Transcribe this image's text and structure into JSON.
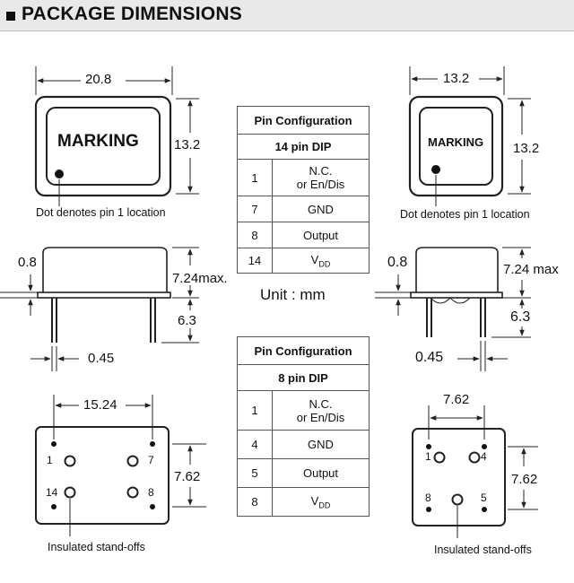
{
  "header": {
    "title": "PACKAGE DIMENSIONS"
  },
  "pkg14": {
    "top_width": "20.8",
    "top_height": "13.2",
    "marking": "MARKING",
    "dot_note": "Dot denotes pin 1 location",
    "side_standoff": "0.8",
    "side_height": "7.24max.",
    "lead_length": "6.3",
    "lead_width": "0.45",
    "pin_spacing_x": "15.24",
    "pin_spacing_y": "7.62",
    "pins": [
      "1",
      "7",
      "14",
      "8"
    ],
    "standoffs_note": "Insulated stand-offs"
  },
  "pkg8": {
    "top_width": "13.2",
    "top_height": "13.2",
    "marking": "MARKING",
    "dot_note": "Dot denotes pin 1 location",
    "side_standoff": "0.8",
    "side_height": "7.24 max",
    "lead_length": "6.3",
    "lead_width": "0.45",
    "pin_spacing_x": "7.62",
    "pin_spacing_y": "7.62",
    "pins": [
      "1",
      "4",
      "8",
      "5"
    ],
    "standoffs_note": "Insulated stand-offs"
  },
  "unit": "Unit : mm",
  "table14": {
    "title": "Pin Configuration",
    "subtitle": "14 pin DIP",
    "rows": [
      {
        "pin": "1",
        "line1": "N.C.",
        "line2": "or En/Dis"
      },
      {
        "pin": "7",
        "line1": "GND"
      },
      {
        "pin": "8",
        "line1": "Output"
      },
      {
        "pin": "14",
        "line1": "V",
        "sub": "DD"
      }
    ]
  },
  "table8": {
    "title": "Pin Configuration",
    "subtitle": "8 pin DIP",
    "rows": [
      {
        "pin": "1",
        "line1": "N.C.",
        "line2": "or En/Dis"
      },
      {
        "pin": "4",
        "line1": "GND"
      },
      {
        "pin": "5",
        "line1": "Output"
      },
      {
        "pin": "8",
        "line1": "V",
        "sub": "DD"
      }
    ]
  }
}
